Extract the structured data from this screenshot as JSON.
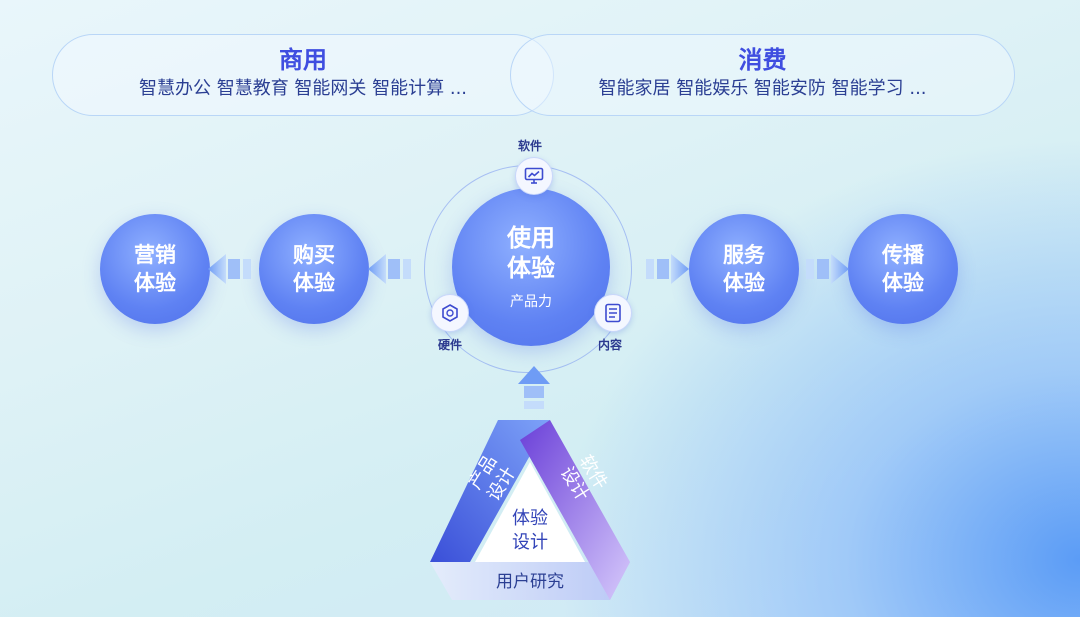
{
  "top_segments": {
    "commercial": {
      "title": "商用",
      "items": "智慧办公 智慧教育 智能网关 智能计算 ..."
    },
    "consumer": {
      "title": "消费",
      "items": "智能家居 智能娱乐 智能安防 智能学习 ..."
    }
  },
  "experience_chain": {
    "marketing": [
      "营销",
      "体验"
    ],
    "purchase": [
      "购买",
      "体验"
    ],
    "usage": [
      "使用",
      "体验"
    ],
    "service": [
      "服务",
      "体验"
    ],
    "spread": [
      "传播",
      "体验"
    ]
  },
  "usage_core": {
    "caption": "产品力",
    "software_label": "软件",
    "hardware_label": "硬件",
    "content_label": "内容"
  },
  "triangle": {
    "center": [
      "体验",
      "设计"
    ],
    "left_side": "产品设计",
    "right_side": "软件设计",
    "bottom_side": "用户研究"
  },
  "icons": [
    "monitor-chart-icon",
    "hexagon-chip-icon",
    "document-icon"
  ],
  "colors": {
    "accent": "#5f82f3",
    "title_blue": "#3f4ee0",
    "text_navy": "#2b3f93"
  }
}
